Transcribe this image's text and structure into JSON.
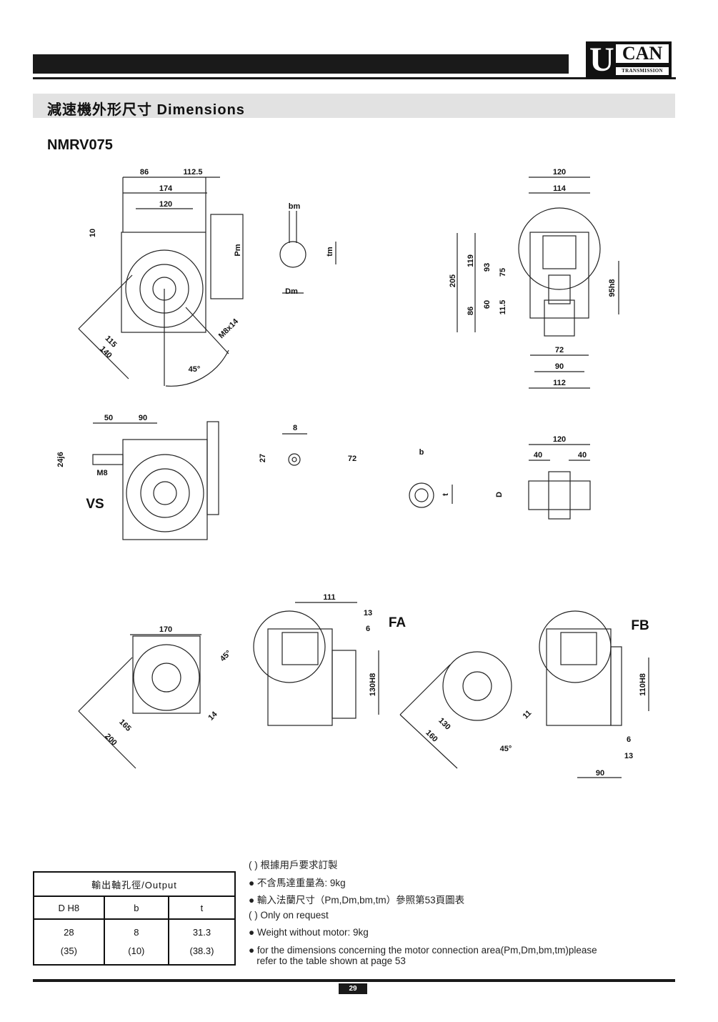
{
  "header": {
    "logo_u": "U",
    "logo_can": "CAN",
    "logo_sub": "TRANSMISSION"
  },
  "section_title": "減速機外形尺寸  Dimensions",
  "model": "NMRV075",
  "dims": {
    "d1": [
      "86",
      "112.5",
      "174",
      "120",
      "10",
      "Pm",
      "115",
      "140",
      "M8x14",
      "45°"
    ],
    "d2": [
      "bm",
      "tm",
      "Dm"
    ],
    "d3": [
      "120",
      "114",
      "205",
      "119",
      "86",
      "93",
      "60",
      "75",
      "11.5",
      "95h8",
      "72",
      "90",
      "112"
    ],
    "d4": [
      "50",
      "90",
      "24j6",
      "M8",
      "VS"
    ],
    "d5": [
      "8",
      "27",
      "72"
    ],
    "d6": [
      "b",
      "t"
    ],
    "d7": [
      "120",
      "40",
      "40",
      "D"
    ],
    "d8": [
      "170",
      "45°",
      "14",
      "165",
      "200"
    ],
    "d9": [
      "111",
      "13",
      "6",
      "FA",
      "130H8"
    ],
    "d10": [
      "130",
      "160",
      "11",
      "45°"
    ],
    "d11": [
      "FB",
      "110H8",
      "6",
      "13",
      "90"
    ]
  },
  "table": {
    "title": "輸出軸孔徑/Output",
    "headers": [
      "D H8",
      "b",
      "t"
    ],
    "rows": [
      [
        "28",
        "8",
        "31.3"
      ],
      [
        "(35)",
        "(10)",
        "(38.3)"
      ]
    ]
  },
  "notes": [
    "(   ) 根據用戶要求訂製",
    "不含馬達重量為: 9kg",
    "輸入法蘭尺寸（Pm,Dm,bm,tm）參照第53頁圖表",
    "(   ) Only on request",
    "Weight without motor: 9kg",
    "for the dimensions concerning the motor connection area(Pm,Dm,bm,tm)please",
    "refer to the table shown at page 53"
  ],
  "page_number": "29"
}
